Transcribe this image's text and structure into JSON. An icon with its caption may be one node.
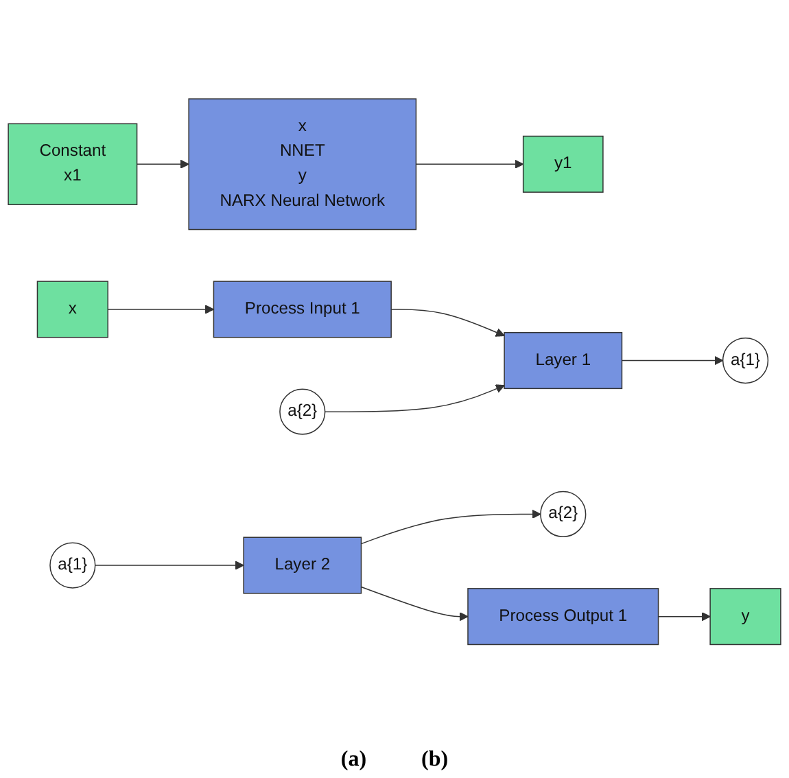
{
  "diagram": {
    "nodes": [
      {
        "text": [
          "Constant",
          "x1"
        ]
      },
      {
        "text": [
          "x",
          "NNET",
          "y",
          "NARX Neural Network"
        ]
      },
      {
        "text": [
          "y1"
        ]
      },
      {
        "text": [
          "x"
        ]
      },
      {
        "text": [
          "Process Input 1"
        ]
      },
      {
        "text": [
          "Layer 1"
        ]
      },
      {
        "text": [
          "Layer 2"
        ]
      },
      {
        "text": [
          "a{1}"
        ]
      },
      {
        "text": [
          "a{2}"
        ]
      },
      {
        "text": [
          "a{1}"
        ]
      },
      {
        "text": [
          "a{2}"
        ]
      },
      {
        "text": [
          "Process Output 1"
        ]
      },
      {
        "text": [
          "y"
        ]
      }
    ],
    "edges": [
      {
        "from": 0,
        "to": 1,
        "arrow": "to"
      },
      {
        "from": 1,
        "to": 2,
        "arrow": "to"
      },
      {
        "from": 3,
        "to": 4,
        "arrow": "to"
      },
      {
        "from": 4,
        "to": 5,
        "arrow": "to"
      },
      {
        "from": 8,
        "to": 5,
        "arrow": "to"
      },
      {
        "from": 7,
        "to": 6,
        "arrow": "to"
      },
      {
        "from": 5,
        "to": 9,
        "arrow": "to"
      },
      {
        "from": 6,
        "to": 10,
        "arrow": "to"
      },
      {
        "from": 6,
        "to": 11,
        "arrow": "to"
      },
      {
        "from": 11,
        "to": 12,
        "arrow": "to"
      }
    ],
    "labels": [
      "(a)",
      "(b)"
    ]
  }
}
